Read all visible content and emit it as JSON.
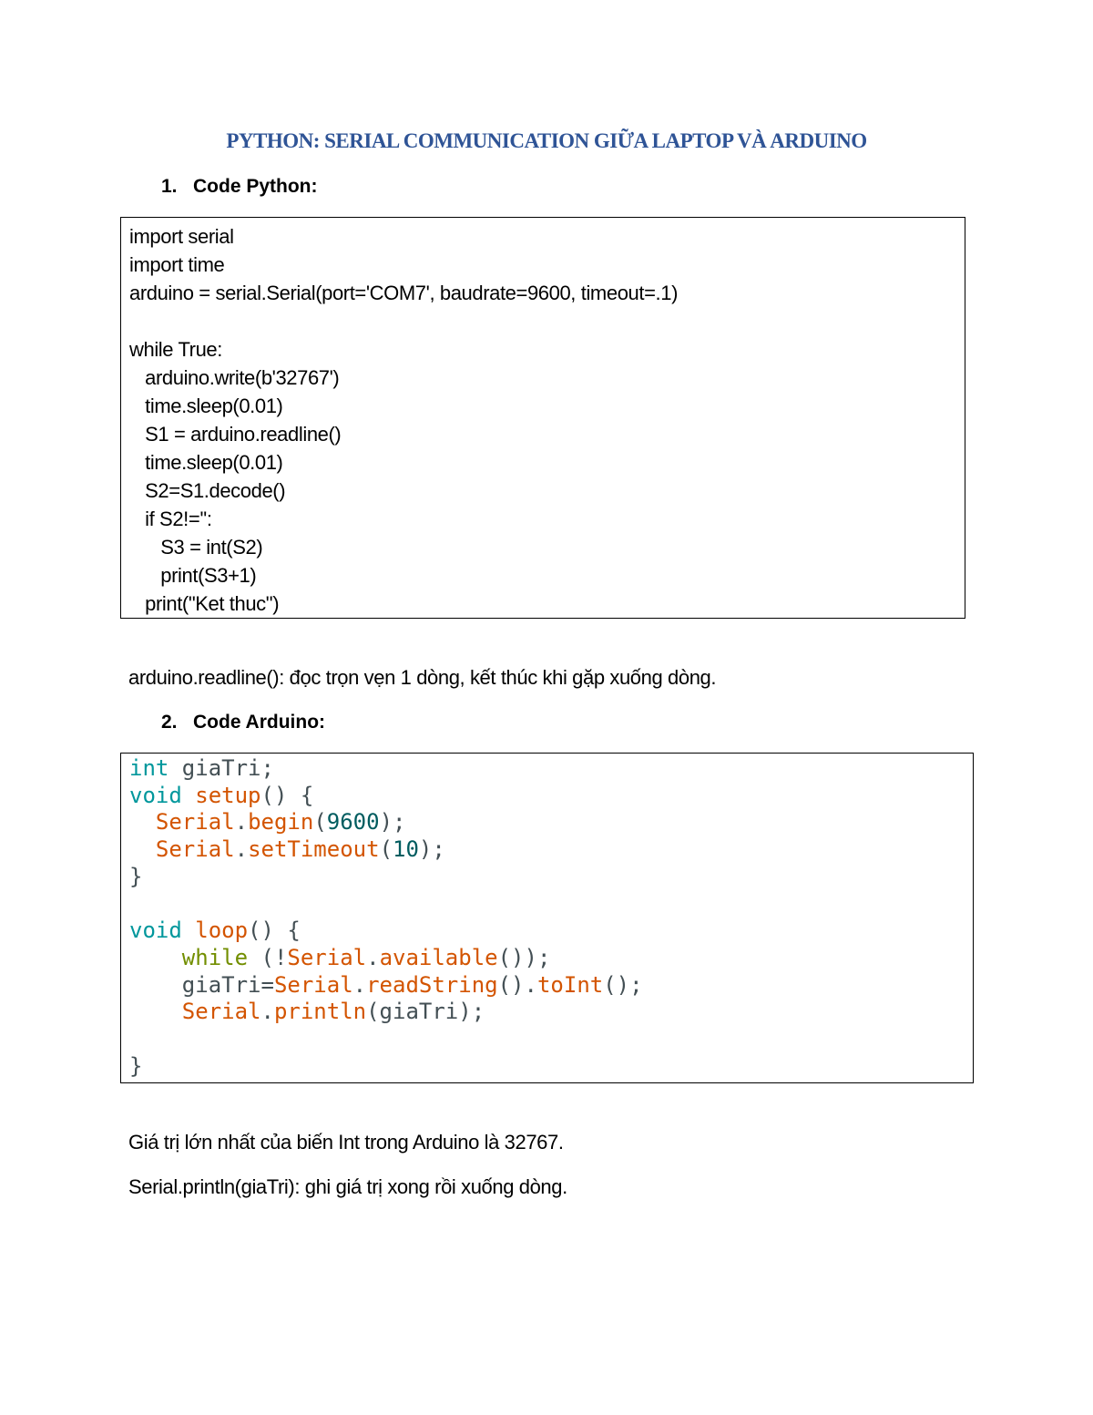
{
  "title": "PYTHON: SERIAL COMMUNICATION GIỮA LAPTOP VÀ ARDUINO",
  "section1": {
    "num": "1.",
    "label": "Code Python:"
  },
  "python_code": [
    "import serial",
    "import time",
    "arduino = serial.Serial(port='COM7', baudrate=9600, timeout=.1)",
    "",
    "while True:",
    "   arduino.write(b'32767')",
    "   time.sleep(0.01)",
    "   S1 = arduino.readline()",
    "   time.sleep(0.01)",
    "   S2=S1.decode()",
    "   if S2!='':",
    "      S3 = int(S2)",
    "      print(S3+1)",
    "   print(\"Ket thuc\")"
  ],
  "note1": "arduino.readline(): đọc trọn vẹn 1 dòng, kết thúc khi gặp xuống dòng.",
  "section2": {
    "num": "2.",
    "label": "Code Arduino:"
  },
  "arduino_code": [
    [
      [
        "k",
        "int"
      ],
      [
        "p",
        " giaTri;"
      ]
    ],
    [
      [
        "k",
        "void"
      ],
      [
        "p",
        " "
      ],
      [
        "f",
        "setup"
      ],
      [
        "p",
        "() {"
      ]
    ],
    [
      [
        "p",
        "  "
      ],
      [
        "f",
        "Serial"
      ],
      [
        "p",
        "."
      ],
      [
        "f",
        "begin"
      ],
      [
        "p",
        "("
      ],
      [
        "n",
        "9600"
      ],
      [
        "p",
        ");"
      ]
    ],
    [
      [
        "p",
        "  "
      ],
      [
        "f",
        "Serial"
      ],
      [
        "p",
        "."
      ],
      [
        "f",
        "setTimeout"
      ],
      [
        "p",
        "("
      ],
      [
        "n",
        "10"
      ],
      [
        "p",
        ");"
      ]
    ],
    [
      [
        "p",
        "}"
      ]
    ],
    [],
    [
      [
        "k",
        "void"
      ],
      [
        "p",
        " "
      ],
      [
        "f",
        "loop"
      ],
      [
        "p",
        "() {"
      ]
    ],
    [
      [
        "p",
        "    "
      ],
      [
        "w",
        "while"
      ],
      [
        "p",
        " (!"
      ],
      [
        "f",
        "Serial"
      ],
      [
        "p",
        "."
      ],
      [
        "f",
        "available"
      ],
      [
        "p",
        "());"
      ]
    ],
    [
      [
        "p",
        "    giaTri="
      ],
      [
        "f",
        "Serial"
      ],
      [
        "p",
        "."
      ],
      [
        "f",
        "readString"
      ],
      [
        "p",
        "()."
      ],
      [
        "f",
        "toInt"
      ],
      [
        "p",
        "();"
      ]
    ],
    [
      [
        "p",
        "    "
      ],
      [
        "f",
        "Serial"
      ],
      [
        "p",
        "."
      ],
      [
        "f",
        "println"
      ],
      [
        "p",
        "(giaTri);"
      ]
    ],
    [],
    [
      [
        "p",
        "}"
      ]
    ]
  ],
  "note2": "Giá trị lớn nhất của biến Int trong Arduino là 32767.",
  "note3": "Serial.println(giaTri): ghi giá trị xong rồi xuống dòng."
}
